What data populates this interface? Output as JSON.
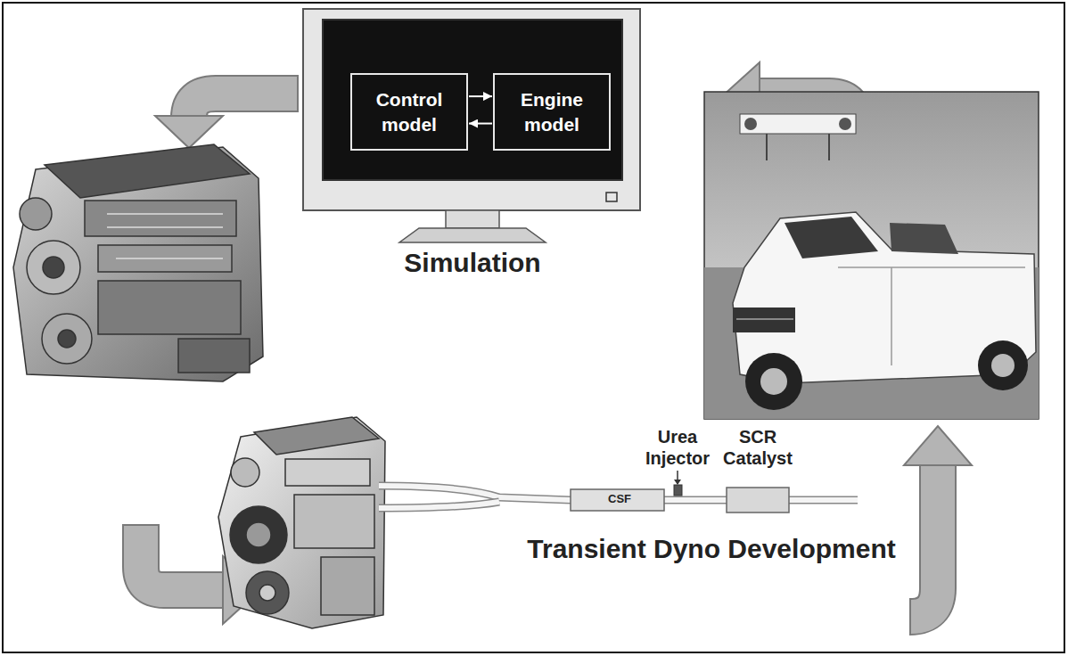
{
  "diagram": {
    "nodes": [
      {
        "text": [
          "Simulation"
        ]
      },
      {
        "text": [
          "Control model"
        ],
        "in": 0
      },
      {
        "text": [
          "Engine model"
        ],
        "in": 0
      }
    ],
    "edges": [
      {
        "from": 1,
        "to": 2,
        "arrow": "to"
      },
      {
        "from": 2,
        "to": 1,
        "arrow": "to"
      }
    ],
    "labels": [
      "Urea Injector",
      "SCR Catalyst",
      "CSF",
      "Transient Dyno Development"
    ]
  }
}
